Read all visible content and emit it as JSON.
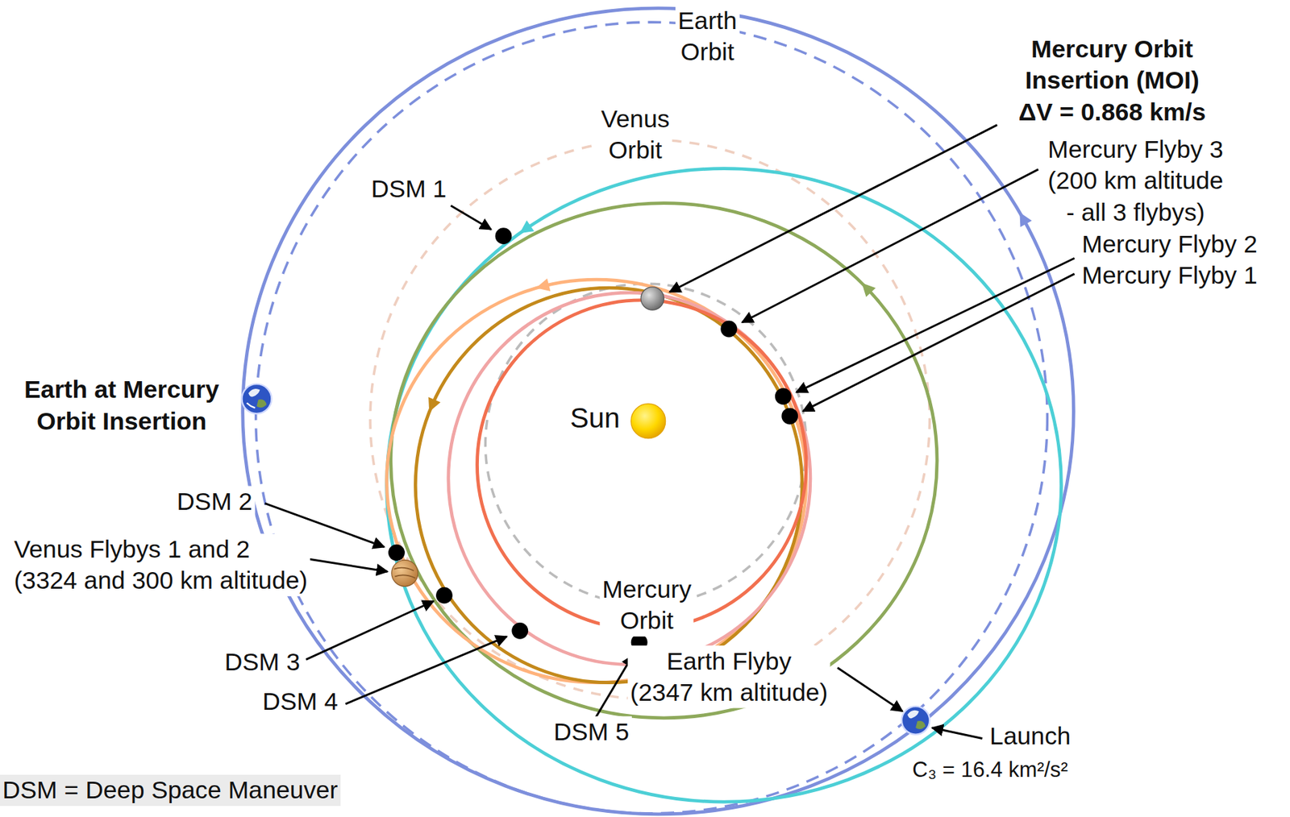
{
  "diagram": {
    "labels": [
      "Earth Orbit",
      "Mercury Orbit Insertion (MOI) ΔV = 0.868 km/s",
      "Venus Orbit",
      "Mercury Flyby 3 (200 km altitude - all 3 flybys)",
      "Mercury Flyby 2",
      "Mercury Flyby 1",
      "DSM 1",
      "Earth at Mercury Orbit Insertion",
      "Sun",
      "DSM 2",
      "Venus Flybys 1 and 2 (3324 and 300 km altitude)",
      "Mercury Orbit",
      "DSM 3",
      "Earth Flyby (2347 km altitude)",
      "DSM 4",
      "DSM 5",
      "Launch",
      "C₃ = 16.4 km²/s²",
      "DSM = Deep Space Maneuver"
    ]
  }
}
